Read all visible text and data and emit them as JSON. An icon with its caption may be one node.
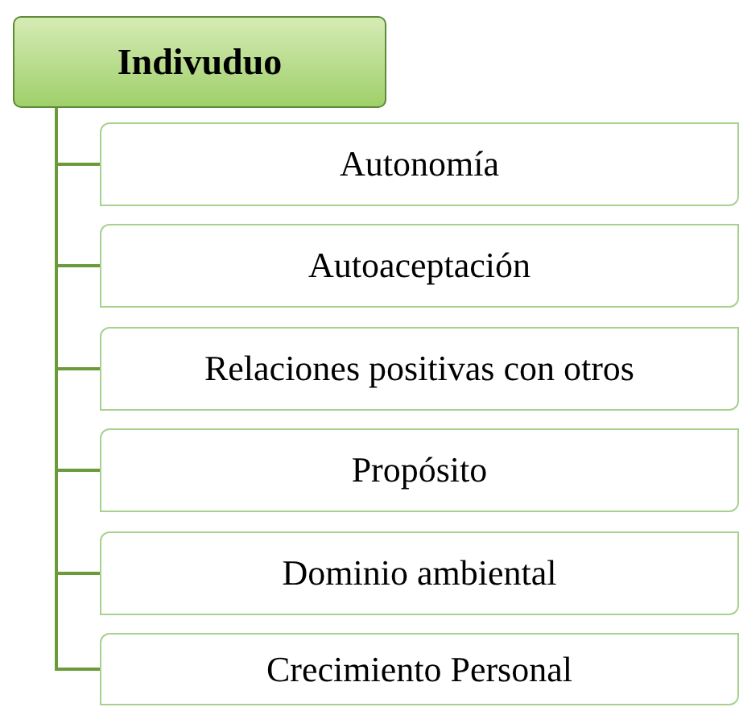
{
  "diagram": {
    "nodes": [
      {
        "text": [
          "Indivuduo"
        ]
      },
      {
        "text": [
          "Autonomía"
        ]
      },
      {
        "text": [
          "Autoaceptación"
        ]
      },
      {
        "text": [
          "Relaciones positivas con otros"
        ]
      },
      {
        "text": [
          "Propósito"
        ]
      },
      {
        "text": [
          "Dominio ambiental"
        ]
      },
      {
        "text": [
          "Crecimiento Personal"
        ]
      }
    ],
    "edges": [
      {
        "from": 0,
        "to": 1,
        "arrow": "none"
      },
      {
        "from": 0,
        "to": 2,
        "arrow": "none"
      },
      {
        "from": 0,
        "to": 3,
        "arrow": "none"
      },
      {
        "from": 0,
        "to": 4,
        "arrow": "none"
      },
      {
        "from": 0,
        "to": 5,
        "arrow": "none"
      },
      {
        "from": 0,
        "to": 6,
        "arrow": "none"
      }
    ]
  }
}
